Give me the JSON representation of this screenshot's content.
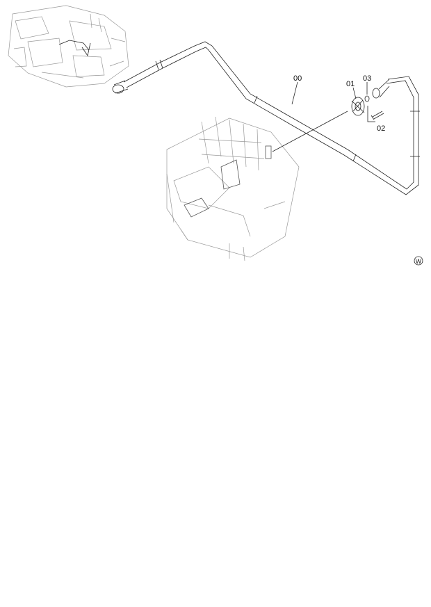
{
  "diagram": {
    "callouts": {
      "pipe": "00",
      "flange": "01",
      "bolt": "02",
      "oring": "03"
    },
    "stamp": "W"
  }
}
